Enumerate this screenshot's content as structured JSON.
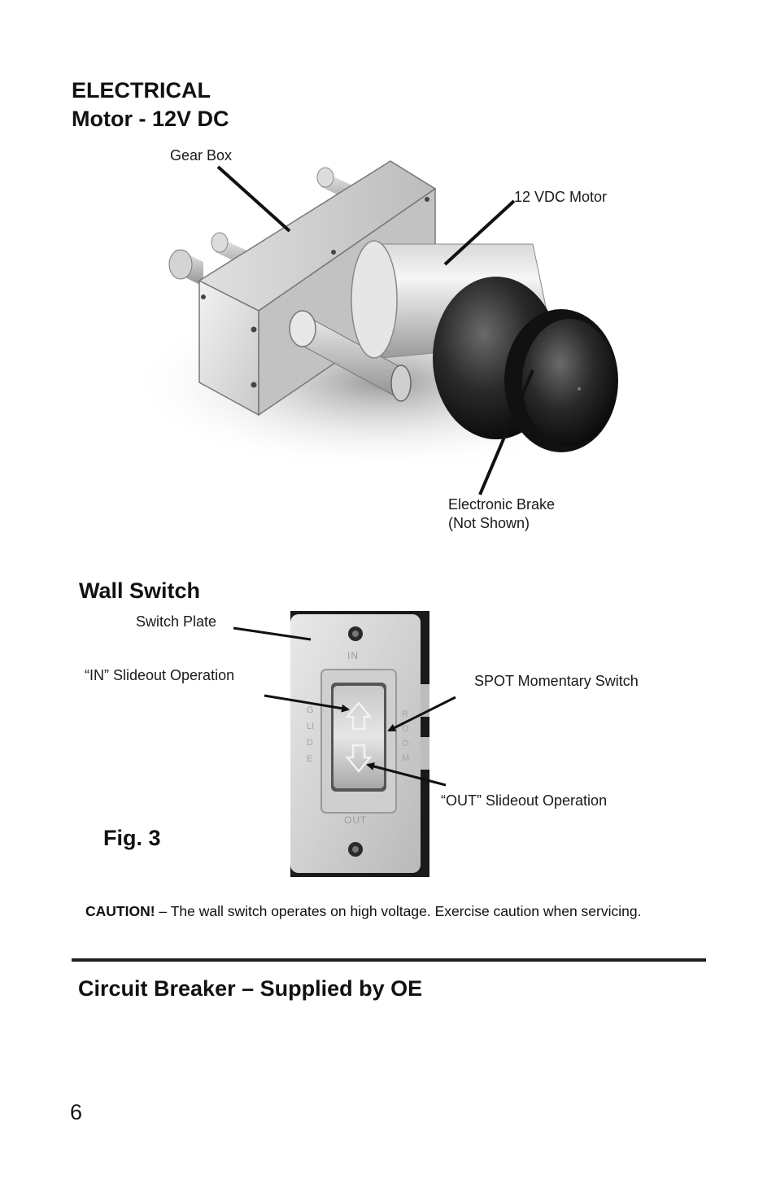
{
  "page": {
    "heading_line1": "ELECTRICAL",
    "heading_line2": "Motor -  12V DC",
    "page_number": "6"
  },
  "motor_figure": {
    "labels": {
      "gear_box": "Gear Box",
      "motor": "12 VDC Motor",
      "brake_line1": "Electronic Brake",
      "brake_line2": "(Not Shown)"
    }
  },
  "wall_switch": {
    "heading": "Wall Switch",
    "labels": {
      "switch_plate": "Switch Plate",
      "in_operation": "“IN” Slideout Operation",
      "spot_switch": "SPOT Momentary Switch",
      "out_operation": "“OUT” Slideout Operation"
    },
    "plate_text": {
      "in": "IN",
      "out": "OUT",
      "side_left": "GLIDE",
      "side_right": "ROOM"
    },
    "figure_label": "Fig. 3"
  },
  "caution": {
    "prefix": "CAUTION!",
    "text": " – The wall switch operates on high voltage.  Exercise caution when servicing."
  },
  "circuit_breaker": {
    "heading": "Circuit Breaker – Supplied by OE"
  }
}
